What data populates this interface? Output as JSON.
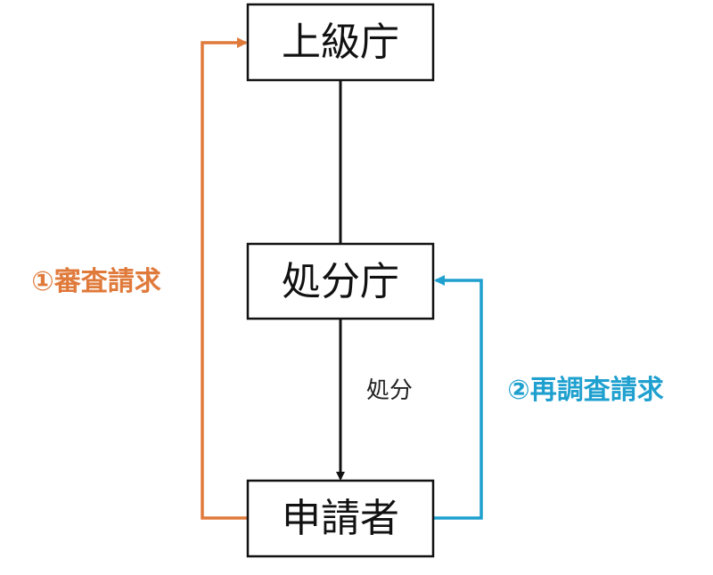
{
  "nodes": {
    "upper_agency": "上級庁",
    "disposing_agency": "処分庁",
    "applicant": "申請者"
  },
  "edges": {
    "disposition_label": "処分",
    "review_request_label": "①審査請求",
    "reinvestigation_request_label": "②再調査請求"
  },
  "colors": {
    "review_request": "#E07A3B",
    "reinvestigation_request": "#1FA0CF",
    "lines": "#111111"
  }
}
